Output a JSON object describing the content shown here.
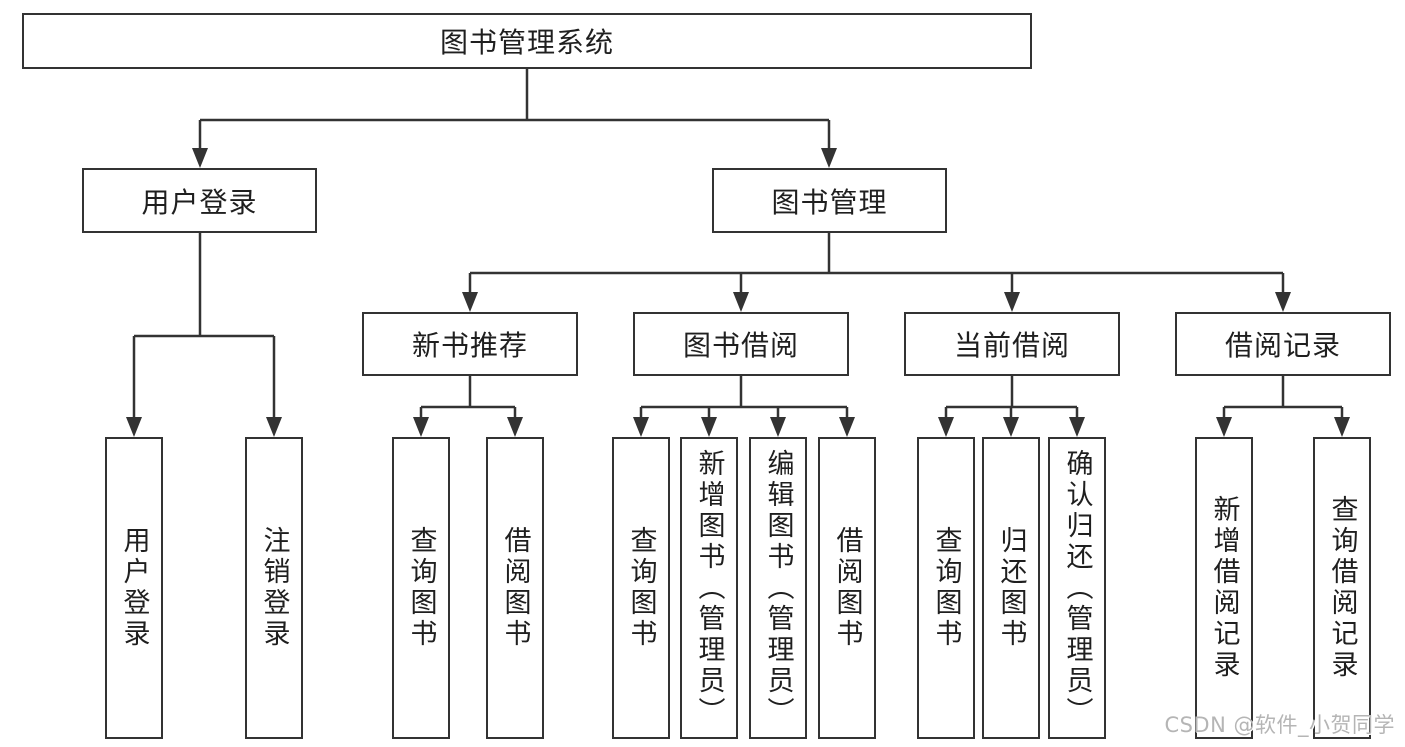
{
  "diagram_title": "图书管理系统",
  "tree": {
    "label": "图书管理系统",
    "children": [
      {
        "label": "用户登录",
        "children": [
          {
            "label": "用户登录"
          },
          {
            "label": "注销登录"
          }
        ]
      },
      {
        "label": "图书管理",
        "children": [
          {
            "label": "新书推荐",
            "children": [
              {
                "label": "查询图书"
              },
              {
                "label": "借阅图书"
              }
            ]
          },
          {
            "label": "图书借阅",
            "children": [
              {
                "label": "查询图书"
              },
              {
                "label": "新增图书（管理员）"
              },
              {
                "label": "编辑图书（管理员）"
              },
              {
                "label": "借阅图书"
              }
            ]
          },
          {
            "label": "当前借阅",
            "children": [
              {
                "label": "查询图书"
              },
              {
                "label": "归还图书"
              },
              {
                "label": "确认归还（管理员）"
              }
            ]
          },
          {
            "label": "借阅记录",
            "children": [
              {
                "label": "新增借阅记录"
              },
              {
                "label": "查询借阅记录"
              }
            ]
          }
        ]
      }
    ]
  },
  "watermark": {
    "text": "CSDN @软件_小贺同学",
    "color": "#b5b5b5"
  },
  "colors": {
    "line": "#333333",
    "box_border": "#333333",
    "box_background": "#ffffff",
    "text": "#1f1f1f",
    "page_background": "#ffffff"
  }
}
